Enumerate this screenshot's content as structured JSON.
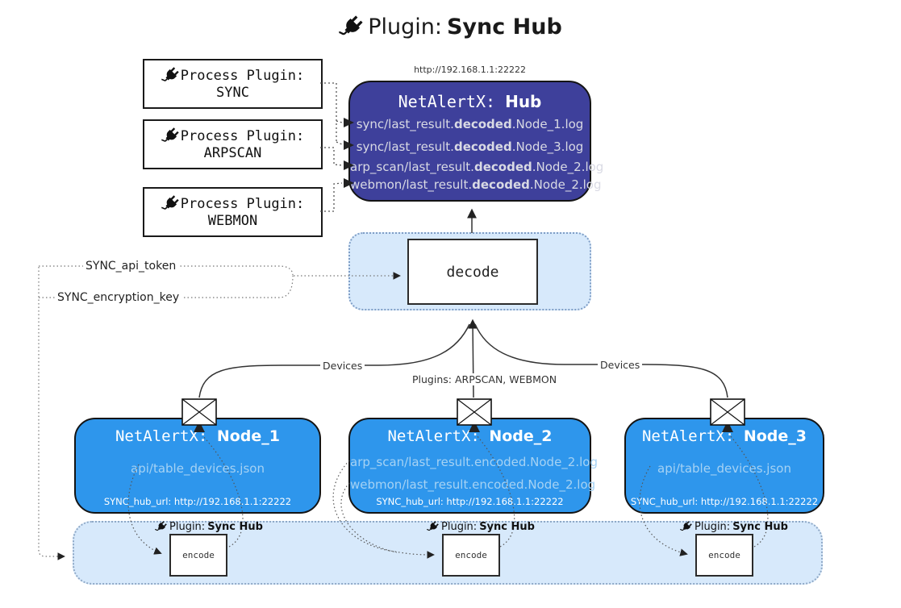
{
  "title": {
    "prefix": "Plugin:",
    "name": "Sync Hub"
  },
  "hub": {
    "url_label": "http://192.168.1.1:22222",
    "title_mono": "NetAlertX: ",
    "title_bold": "Hub",
    "logs": [
      {
        "pre": "sync/last_result.",
        "mid": "decoded",
        "post": ".Node_1.log"
      },
      {
        "pre": "sync/last_result.",
        "mid": "decoded",
        "post": ".Node_3.log"
      },
      {
        "pre": "arp_scan/last_result.",
        "mid": "decoded",
        "post": ".Node_2.log"
      },
      {
        "pre": "webmon/last_result.",
        "mid": "decoded",
        "post": ".Node_2.log"
      }
    ]
  },
  "process_plugins": [
    {
      "label": "Process Plugin:",
      "name": "SYNC"
    },
    {
      "label": "Process Plugin:",
      "name": "ARPSCAN"
    },
    {
      "label": "Process Plugin:",
      "name": "WEBMON"
    }
  ],
  "decode": {
    "label": "decode"
  },
  "settings": {
    "api_token": "SYNC_api_token",
    "encryption_key": "SYNC_encryption_key"
  },
  "edges": {
    "devices_left": "Devices",
    "devices_right": "Devices",
    "plugins_middle": "Plugins: ARPSCAN, WEBMON"
  },
  "nodes": [
    {
      "title_mono": "NetAlertX: ",
      "title_bold": "Node_1",
      "files": [
        "api/table_devices.json"
      ],
      "hub_url": "SYNC_hub_url: http://192.168.1.1:22222"
    },
    {
      "title_mono": "NetAlertX: ",
      "title_bold": "Node_2",
      "files": [
        "arp_scan/last_result.encoded.Node_2.log",
        "webmon/last_result.encoded.Node_2.log"
      ],
      "hub_url": "SYNC_hub_url: http://192.168.1.1:22222"
    },
    {
      "title_mono": "NetAlertX: ",
      "title_bold": "Node_3",
      "files": [
        "api/table_devices.json"
      ],
      "hub_url": "SYNC_hub_url: http://192.168.1.1:22222"
    }
  ],
  "encoders": [
    {
      "label_prefix": "Plugin:",
      "label_bold": "Sync Hub",
      "box_label": "encode"
    },
    {
      "label_prefix": "Plugin:",
      "label_bold": "Sync Hub",
      "box_label": "encode"
    },
    {
      "label_prefix": "Plugin:",
      "label_bold": "Sync Hub",
      "box_label": "encode"
    }
  ],
  "colors": {
    "hub_fill": "#3E409B",
    "node_fill": "#2E96EC",
    "band_fill": "#D7E9FB",
    "node_file_text": "#A5D2F4",
    "hub_log_text": "#D9DAE4"
  }
}
